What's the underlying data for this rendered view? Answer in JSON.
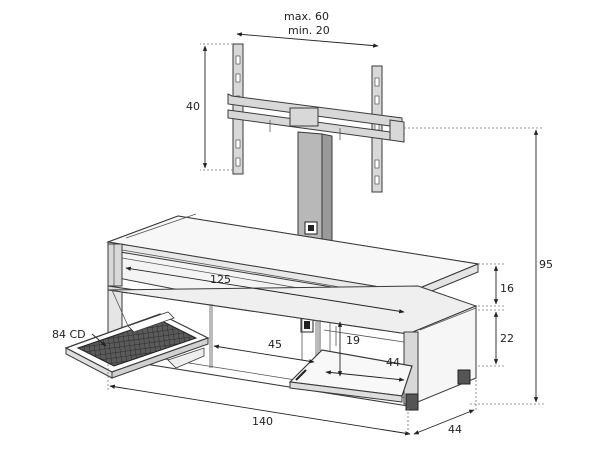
{
  "dimensions": {
    "bracket_max": "max. 60",
    "bracket_min": "min. 20",
    "bracket_height": "40",
    "overall_height": "95",
    "top_shelf_width": "125",
    "top_shelf_height": "16",
    "cabinet_height": "22",
    "inner_clearance": "19",
    "inner_width": "45",
    "drawer_width": "44",
    "total_width": "140",
    "depth": "44",
    "cd_capacity": "84 CD"
  },
  "colors": {
    "line": "#3a3a3a",
    "post_fill": "#b8b8b8",
    "drawer_fill": "#444444"
  }
}
